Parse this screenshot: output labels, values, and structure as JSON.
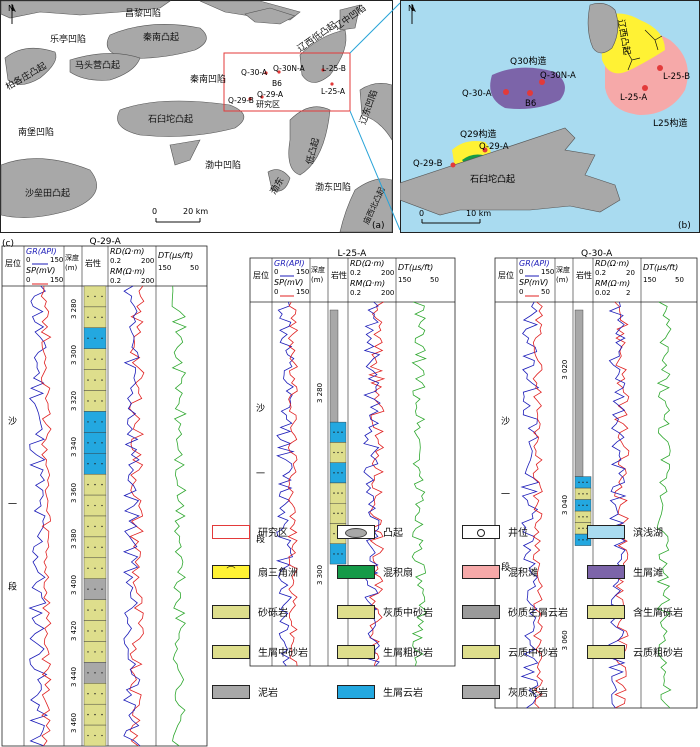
{
  "figure": {
    "panel_a": {
      "label": "(a)",
      "north": "N",
      "scale_label": "20 km",
      "scale_zero": "0",
      "areas": [
        {
          "id": "changli",
          "text": "昌黎凹陷"
        },
        {
          "id": "qinnan_tu",
          "text": "秦南凸起"
        },
        {
          "id": "leting",
          "text": "乐亭凹陷"
        },
        {
          "id": "baige",
          "text": "柏各庄凸起"
        },
        {
          "id": "matouying",
          "text": "马头营凸起"
        },
        {
          "id": "qinnan_xian",
          "text": "秦南凹陷"
        },
        {
          "id": "nanpu",
          "text": "南堡凹陷"
        },
        {
          "id": "shijiutuo",
          "text": "石臼坨凸起"
        },
        {
          "id": "bozhong",
          "text": "渤中凹陷"
        },
        {
          "id": "shaleitian",
          "text": "沙垒田凸起"
        },
        {
          "id": "liaoxi_low",
          "text": "辽西低凸起"
        },
        {
          "id": "liaozhong",
          "text": "辽中凹陷"
        },
        {
          "id": "liaodong",
          "text": "辽东凹陷"
        },
        {
          "id": "didong",
          "text": "低凸起"
        },
        {
          "id": "bodong_low",
          "text": "渤东"
        },
        {
          "id": "bodong",
          "text": "渤东凹陷"
        },
        {
          "id": "miaoxi",
          "text": "庙西北凸起"
        },
        {
          "id": "study",
          "text": "研究区"
        }
      ],
      "wells": [
        "Q-30-A",
        "Q-30N-A",
        "L-25-B",
        "B6",
        "L-25-A",
        "Q-29-B",
        "Q-29-A"
      ]
    },
    "panel_b": {
      "label": "(b)",
      "north": "N",
      "scale_zero": "0",
      "scale_label": "10 km",
      "texts": {
        "liaoxi": "辽西凸起",
        "q30": "Q30构造",
        "l25": "L25构造",
        "q29": "Q29构造",
        "shijiutuo": "石臼坨凸起"
      },
      "wells": [
        "Q-30N-A",
        "Q-30-A",
        "B6",
        "L-25-B",
        "L-25-A",
        "Q-29-A",
        "Q-29-B"
      ]
    },
    "panel_c": {
      "label": "(c)",
      "wells": [
        {
          "name": "Q-29-A",
          "depths": [
            "3 280",
            "3 300",
            "3 320",
            "3 340",
            "3 360",
            "3 380",
            "3 400",
            "3 420",
            "3 440",
            "3 460"
          ],
          "gr": "GR(API)",
          "gr_range": [
            "0",
            "150"
          ],
          "sp": "SP(mV)",
          "sp_range": [
            "0",
            "150"
          ],
          "rd": "RD(Ω·m)",
          "rd_range": [
            "0.2",
            "200"
          ],
          "rm": "RM(Ω·m)",
          "rm_range": [
            "0.2",
            "200"
          ],
          "dt": "DT(μs/ft)",
          "dt_range": [
            "150",
            "50"
          ]
        },
        {
          "name": "L-25-A",
          "depths": [
            "3 280",
            "3 300"
          ],
          "gr": "GR(API)",
          "gr_range": [
            "0",
            "150"
          ],
          "sp": "SP(mV)",
          "sp_range": [
            "0",
            "150"
          ],
          "rd": "RD(Ω·m)",
          "rd_range": [
            "0.2",
            "200"
          ],
          "rm": "RM(Ω·m)",
          "rm_range": [
            "0.2",
            "200"
          ],
          "dt": "DT(μs/ft)",
          "dt_range": [
            "150",
            "50"
          ]
        },
        {
          "name": "Q-30-A",
          "depths": [
            "3 020",
            "3 040",
            "3 060"
          ],
          "gr": "GR(API)",
          "gr_range": [
            "0",
            "150"
          ],
          "sp": "SP(mV)",
          "sp_range": [
            "0",
            "50"
          ],
          "rd": "RD(Ω·m)",
          "rd_range": [
            "0.2",
            "20"
          ],
          "rm": "RM(Ω·m)",
          "rm_range": [
            "0.02",
            "2"
          ],
          "dt": "DT(μs/ft)",
          "dt_range": [
            "150",
            "50"
          ]
        }
      ],
      "header_layer": "层位",
      "header_depth": "深度",
      "header_depth_unit": "(m)",
      "header_litho": "岩性",
      "stratum": [
        "沙",
        "一",
        "段"
      ]
    },
    "legend": [
      {
        "text": "研究区",
        "type": "study"
      },
      {
        "text": "凸起",
        "type": "uplift"
      },
      {
        "text": "井位",
        "type": "well"
      },
      {
        "text": "滨浅湖",
        "type": "lake"
      },
      {
        "text": "扇三角洲",
        "type": "fan"
      },
      {
        "text": "混积扇",
        "type": "mixfan"
      },
      {
        "text": "混积滩",
        "type": "mixbeach"
      },
      {
        "text": "生屑滩",
        "type": "bioclastic"
      },
      {
        "text": "砂砾岩",
        "type": "l1"
      },
      {
        "text": "灰质中砂岩",
        "type": "l2"
      },
      {
        "text": "砂质生屑云岩",
        "type": "l3"
      },
      {
        "text": "含生屑砾岩",
        "type": "l4"
      },
      {
        "text": "生屑中砂岩",
        "type": "l5"
      },
      {
        "text": "生屑粗砂岩",
        "type": "l6"
      },
      {
        "text": "云质中砂岩",
        "type": "l7"
      },
      {
        "text": "云质粗砂岩",
        "type": "l8"
      },
      {
        "text": "泥岩",
        "type": "l9"
      },
      {
        "text": "生屑云岩",
        "type": "l10"
      },
      {
        "text": "灰质泥岩",
        "type": "l11"
      }
    ],
    "colors": {
      "uplift": "#a8a8a8",
      "lake": "#a9dbf0",
      "fan": "#fff234",
      "mixfan": "#159a48",
      "mixbeach": "#f6a9a9",
      "bioclastic": "#7c64a9",
      "sand": "#dede8c",
      "dolomite": "#23a8e0",
      "mud": "#a8a8a8",
      "study": "#e33a3a",
      "gr": "#1b1bb8",
      "sp": "#e02020",
      "dt": "#2fa82f"
    }
  }
}
